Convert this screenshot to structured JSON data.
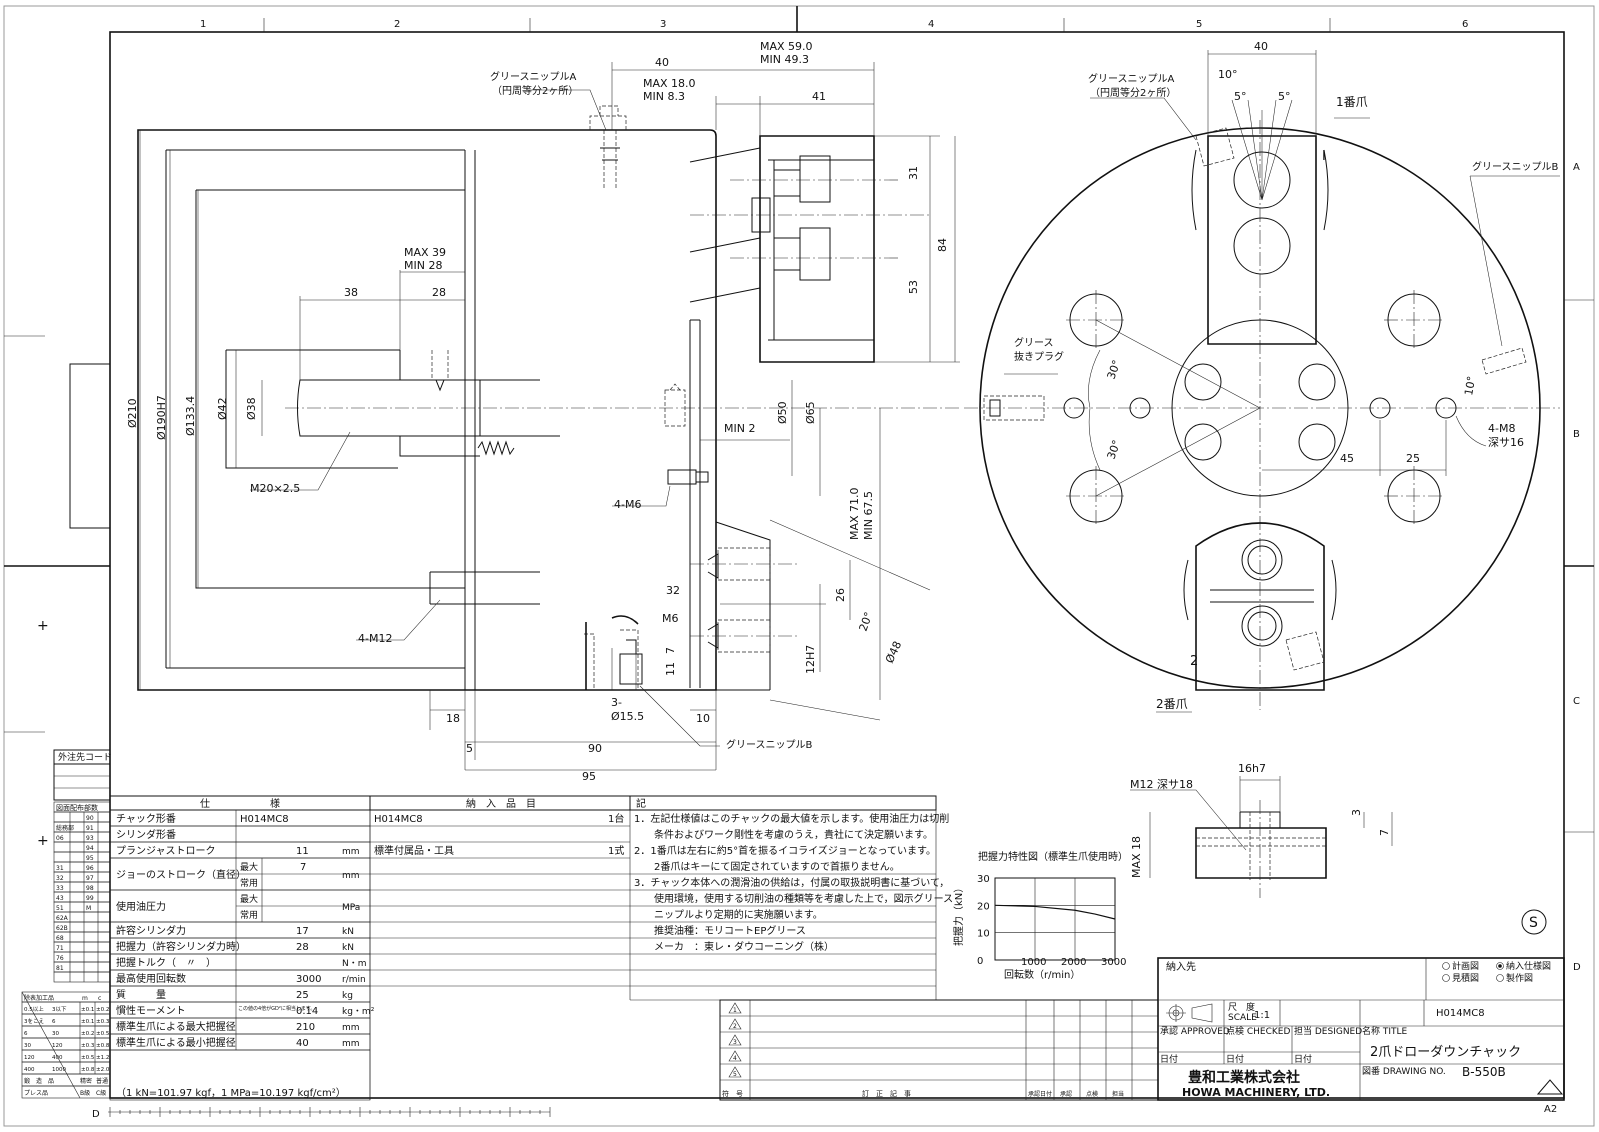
{
  "border": {
    "zones_top": [
      "1",
      "2",
      "3",
      "4",
      "5",
      "6"
    ],
    "zones_right": [
      "A",
      "B",
      "C",
      "D"
    ],
    "zone_bottom_left": "D"
  },
  "front_view": {
    "grease_nipple_a": "グリースニップルA",
    "grease_nipple_a_note": "（円周等分2ヶ所）",
    "grease_nipple_b": "グリースニップルB",
    "dims": {
      "max_59": "MAX 59.0",
      "min_49": "MIN 49.3",
      "d40": "40",
      "max_18": "MAX 18.0",
      "min_8": "MIN 8.3",
      "d41": "41",
      "d31": "31",
      "d84": "84",
      "d53": "53",
      "max_39": "MAX 39",
      "min_28": "MIN 28",
      "d38": "38",
      "d28": "28",
      "phi210": "Ø210",
      "phi190": "Ø190H7",
      "phi133": "Ø133.4",
      "phi42": "Ø42",
      "phi38": "Ø38",
      "phi50": "Ø50",
      "phi65": "Ø65",
      "min2": "MIN 2",
      "m20": "M20×2.5",
      "m6": "4-M6",
      "max71": "MAX 71.0",
      "min67": "MIN 67.5",
      "m12": "4-M12",
      "d32": "32",
      "m6b": "M6",
      "d26": "26",
      "d20deg": "20°",
      "phi48": "Ø48",
      "d12h7": "12H7",
      "d7": "7",
      "d11": "11",
      "d3phi": "3-",
      "phi15": "Ø15.5",
      "d18": "18",
      "d10": "10",
      "d5": "5",
      "d90": "90",
      "d95": "95"
    }
  },
  "side_view": {
    "d40": "40",
    "d10deg": "10°",
    "d5a": "5°",
    "d5b": "5°",
    "grease_nipple_a": "グリースニップルA",
    "grease_nipple_a_note": "（円周等分2ヶ所）",
    "jaw1": "1番爪",
    "jaw1_mark": "I",
    "grease_nipple_b": "グリースニップルB",
    "grease_plug_1": "グリース",
    "grease_plug_2": "抜きプラグ",
    "d30a": "30°",
    "d30b": "30°",
    "d10deg_b": "10°",
    "m8": "4-M8",
    "m8_depth": "深サ16",
    "d45": "45",
    "d25": "25",
    "jaw2_mark": "2",
    "jaw2": "2番爪"
  },
  "detail": {
    "d16h7": "16h7",
    "m12": "M12 深サ18",
    "d3": "3",
    "d7": "7",
    "max18": "MAX 18"
  },
  "graph": {
    "title": "把握力特性図（標準生爪使用時）",
    "ylabel": "把握力（kN）",
    "xlabel": "回転数（r/min）",
    "yticks": [
      "30",
      "20",
      "10",
      "0"
    ],
    "xticks": [
      "1000",
      "2000",
      "3000"
    ]
  },
  "chart_data": {
    "type": "line",
    "title": "把握力特性図（標準生爪使用時）",
    "xlabel": "回転数（r/min）",
    "ylabel": "把握力（kN）",
    "xlim": [
      0,
      3000
    ],
    "ylim": [
      0,
      30
    ],
    "series": [
      {
        "x": [
          0,
          1000,
          2000,
          2500,
          3000
        ],
        "y": [
          20,
          19.6,
          18.2,
          16.8,
          15
        ]
      }
    ],
    "grid": true
  },
  "s_mark": "S",
  "spec_table": {
    "header": "仕　　　　　　様",
    "rows": [
      {
        "label": "チャック形番",
        "value": "H014MC8",
        "unit": ""
      },
      {
        "label": "シリンダ形番",
        "value": "",
        "unit": ""
      },
      {
        "label": "プランジャストローク",
        "value": "11",
        "unit": "mm"
      },
      {
        "label": "ジョーのストローク（直径）",
        "sub": [
          "最大",
          "常用"
        ],
        "value": "7",
        "unit": "mm"
      },
      {
        "label": "使用油圧力",
        "sub": [
          "最大",
          "常用"
        ],
        "value": "",
        "unit": "MPa"
      },
      {
        "label": "許容シリンダ力",
        "value": "17",
        "unit": "kN"
      },
      {
        "label": "把握力（許容シリンダ力時）",
        "value": "28",
        "unit": "kN"
      },
      {
        "label": "把握トルク（　〃　）",
        "value": "",
        "unit": "N・m"
      },
      {
        "label": "最高使用回転数",
        "value": "3000",
        "unit": "r/min"
      },
      {
        "label": "質　　　量",
        "value": "25",
        "unit": "kg"
      },
      {
        "label": "慣性モーメント",
        "note": "この値の4倍がGD²に相当します。",
        "value": "0.14",
        "unit": "kg・m²"
      },
      {
        "label": "標準生爪による最大把握径",
        "value": "210",
        "unit": "mm"
      },
      {
        "label": "標準生爪による最小把握径",
        "value": "40",
        "unit": "mm"
      }
    ],
    "footer": "（1 kN=101.97 kgf，1 MPa=10.197 kgf/cm²）"
  },
  "delivery_table": {
    "header": "納　入　品　目",
    "rows": [
      {
        "item": "H014MC8",
        "qty": "1台"
      },
      {
        "item": "",
        "qty": ""
      },
      {
        "item": "標準付属品・工具",
        "qty": "1式"
      }
    ]
  },
  "notes": {
    "header": "記",
    "lines": [
      "1．左記仕様値はこのチャックの最大値を示します。使用油圧力は切削",
      "　　条件およびワーク剛性を考慮のうえ，貴社にて決定願います。",
      "2．1番爪は左右に約5°首を振るイコライズジョーとなっています。",
      "　　2番爪はキーにて固定されていますので首振りません。",
      "3．チャック本体への潤滑油の供給は，付属の取扱説明書に基づいて，",
      "　　使用環境，使用する切削油の種類等を考慮した上で，図示グリース",
      "　　ニップルより定期的に実施願います。",
      "　　推奨油種：モリコートEPグリース",
      "　　メーカ　：東レ・ダウコーニング（株）"
    ]
  },
  "side_tables": {
    "outsourcing": "外注先コード",
    "dist_header": "図面配布部数",
    "dist_codes": [
      "",
      "総務部",
      "06",
      "",
      "",
      "31",
      "32",
      "33",
      "43",
      "51",
      "62A",
      "62B",
      "68",
      "71",
      "76",
      "81",
      ""
    ],
    "dist_right": [
      "90",
      "91",
      "93",
      "94",
      "95",
      "96",
      "97",
      "98",
      "99",
      "M",
      "",
      "",
      "",
      "",
      "",
      "",
      ""
    ],
    "tolerance_header": [
      "除表加工品",
      "m",
      "c"
    ],
    "tolerance_rows": [
      [
        "0.5以上",
        "3以下",
        "±0.1",
        "±0.2"
      ],
      [
        "3をこえ",
        "6",
        "±0.1",
        "±0.3"
      ],
      [
        "6",
        "30",
        "±0.2",
        "±0.5"
      ],
      [
        "30",
        "120",
        "±0.3",
        "±0.8"
      ],
      [
        "120",
        "400",
        "±0.5",
        "±1.2"
      ],
      [
        "400",
        "1000",
        "±0.8",
        "±2.0"
      ]
    ],
    "tolerance_footer": [
      "鍛　造　品",
      "精密",
      "普通"
    ],
    "press": [
      "プレス品",
      "B級",
      "C級"
    ]
  },
  "revision_table": {
    "marks": [
      "1",
      "2",
      "3",
      "4",
      "5"
    ],
    "footer": [
      "符　号",
      "訂　正　記　事",
      "承認日付",
      "承認",
      "点検",
      "担当"
    ]
  },
  "title_block": {
    "customer_label": "納入先",
    "options": [
      "計画図",
      "納入仕様図",
      "見積図",
      "製作図"
    ],
    "selected_option": "納入仕様図",
    "scale_label": "尺　度",
    "scale_label_en": "SCALE",
    "scale": "1:1",
    "part_no": "H014MC8",
    "approved": "承認 APPROVED",
    "checked": "点検 CHECKED",
    "designed": "担当 DESIGNED",
    "name_label": "名称 TITLE",
    "title": "2爪ドローダウンチャック",
    "date": "日付",
    "company_jp": "豊和工業株式会社",
    "company_en": "HOWA MACHINERY, LTD.",
    "drawing_no_label": "図番 DRAWING NO.",
    "drawing_no": "B-550B",
    "sheet_size": "A2"
  }
}
